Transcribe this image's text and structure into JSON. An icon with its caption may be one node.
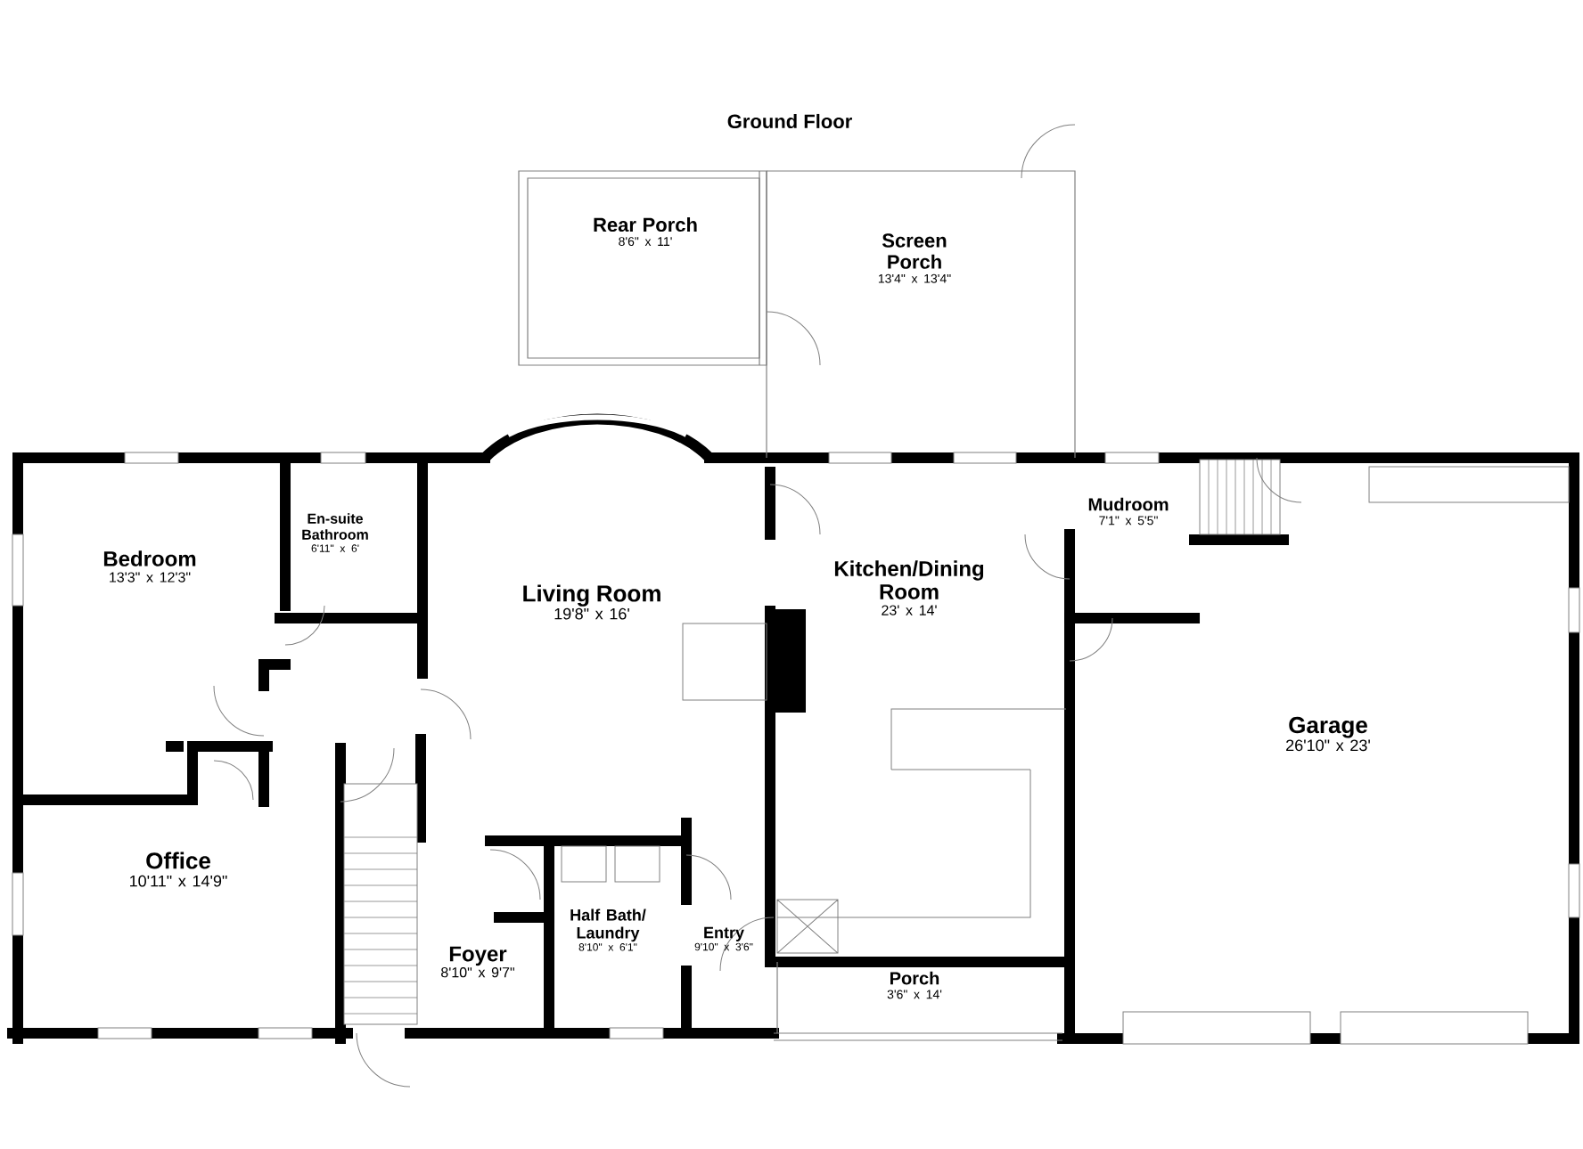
{
  "diagram": {
    "title": "Ground Floor",
    "nodes": [
      {
        "text": [
          "Rear Porch",
          "8'6\" x 11'"
        ]
      },
      {
        "text": [
          "Screen Porch",
          "13'4\" x 13'4\""
        ]
      },
      {
        "text": [
          "Bedroom",
          "13'3\" x 12'3\""
        ]
      },
      {
        "text": [
          "En-suite Bathroom",
          "6'11\" x 6'"
        ]
      },
      {
        "text": [
          "Living Room",
          "19'8\" x 16'"
        ]
      },
      {
        "text": [
          "Kitchen/Dining Room",
          "23' x 14'"
        ]
      },
      {
        "text": [
          "Mudroom",
          "7'1\" x 5'5\""
        ]
      },
      {
        "text": [
          "Garage",
          "26'10\" x 23'"
        ]
      },
      {
        "text": [
          "Office",
          "10'11\" x 14'9\""
        ]
      },
      {
        "text": [
          "Foyer",
          "8'10\" x 9'7\""
        ]
      },
      {
        "text": [
          "Half Bath/ Laundry",
          "8'10\" x 6'1\""
        ]
      },
      {
        "text": [
          "Entry",
          "9'10\" x 3'6\""
        ]
      },
      {
        "text": [
          "Porch",
          "3'6\" x 14'"
        ]
      }
    ]
  }
}
